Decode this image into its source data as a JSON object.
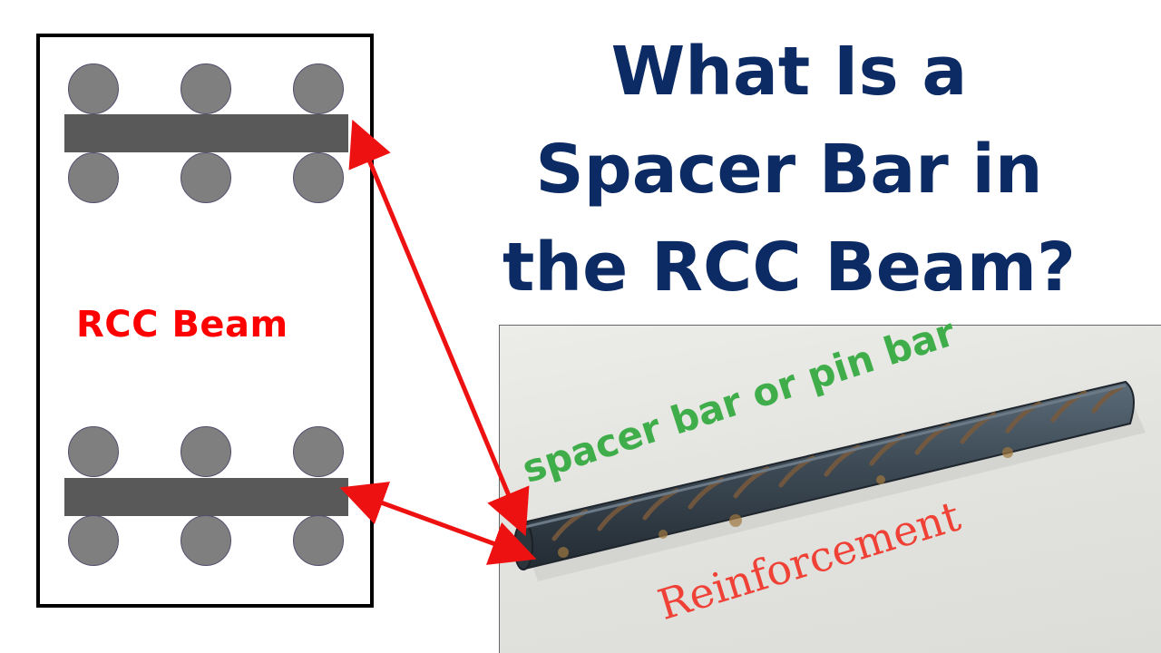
{
  "title": {
    "line1": "What Is a",
    "line2": "Spacer Bar in",
    "line3": "the RCC Beam?"
  },
  "diagram": {
    "beam_label": "RCC Beam"
  },
  "photo": {
    "label_spacer": "spacer bar or pin bar",
    "label_reinforcement": "Reinforcement"
  },
  "colors": {
    "title": "#0c2a63",
    "beam_label": "#ff0000",
    "arrow": "#ee1111",
    "rebar": "#7f7f7f",
    "spacer_bar": "#595959",
    "green_label": "#3fae4a",
    "red_label": "#ef4136"
  }
}
